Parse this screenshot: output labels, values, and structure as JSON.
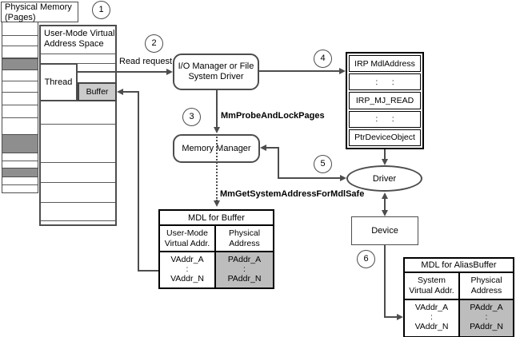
{
  "colors": {
    "page_shaded_gray": "#8e8e8e",
    "buffer_fill": "#cbcbcb",
    "mdl_physical_fill": "#bdbdbd",
    "line_color": "#4d4d4d",
    "table_border": "#000000",
    "background": "#ffffff"
  },
  "badges": [
    "1",
    "2",
    "3",
    "4",
    "5",
    "6"
  ],
  "boxes": {
    "physical_memory": "Physical Memory\n(Pages)",
    "user_mode": "User-Mode Virtual\nAddress Space",
    "thread": "Thread",
    "buffer": "Buffer",
    "io_manager": "I/O Manager or File\nSystem Driver",
    "memory_manager": "Memory Manager",
    "driver": "Driver",
    "device": "Device"
  },
  "labels": {
    "read_request": "Read request",
    "probe": "MmProbeAndLockPages",
    "getaddr": "MmGetSystemAddressForMdlSafe"
  },
  "irp": {
    "rows": [
      "IRP MdlAddress",
      ":      :",
      "IRP_MJ_READ",
      ":      :",
      "PtrDeviceObject"
    ]
  },
  "mdl_buffer": {
    "title": "MDL for Buffer",
    "col1_header": "User-Mode\nVirtual Addr.",
    "col2_header": "Physical\nAddress",
    "col1": [
      "VAddr_A",
      ":",
      "VAddr_N"
    ],
    "col2": [
      "PAddr_A",
      ":",
      "PAddr_N"
    ]
  },
  "mdl_alias": {
    "title": "MDL for AliasBuffer",
    "col1_header": "System\nVirtual Addr.",
    "col2_header": "Physical\nAddress",
    "col1": [
      "VAddr_A",
      ":",
      "VAddr_N"
    ],
    "col2": [
      "PAddr_A",
      ":",
      "PAddr_N"
    ]
  }
}
